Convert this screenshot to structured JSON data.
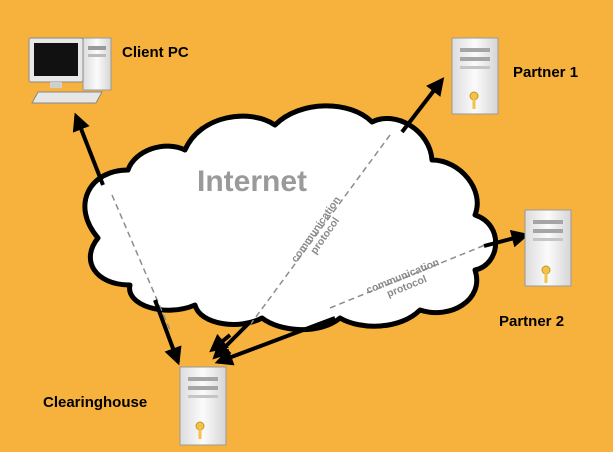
{
  "colors": {
    "background": "#f6b23c",
    "cloud_fill": "#ffffff",
    "cloud_outline": "#000000",
    "server_body": "#f2f2f2",
    "key": "#f2c24a"
  },
  "nodes": {
    "client": {
      "label": "Client PC"
    },
    "partner1": {
      "label": "Partner 1"
    },
    "partner2": {
      "label": "Partner 2"
    },
    "clearinghouse": {
      "label": "Clearinghouse"
    }
  },
  "cloud": {
    "label": "Internet",
    "protocol_label_1": {
      "line1": "communication",
      "line2": "protocol"
    },
    "protocol_label_2": {
      "line1": "communication",
      "line2": "protocol"
    }
  }
}
